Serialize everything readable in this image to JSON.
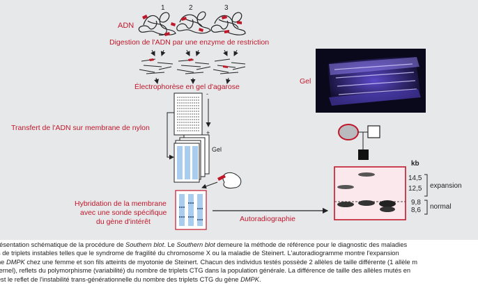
{
  "figure": {
    "adn_label": "ADN",
    "sample_numbers": [
      "1",
      "2",
      "3"
    ],
    "step_digestion": "Digestion de l'ADN par une enzyme de restriction",
    "step_electrophoresis": "Électrophorèse en gel d'agarose",
    "step_transfer": "Transfert de l'ADN sur membrane de nylon",
    "gel_small_label": "Gel",
    "minus_sign": "-",
    "plus_sign": "+",
    "step_hybridization": [
      "Hybridation de la membrane",
      "avec une sonde spécifique",
      "du gène d'intérêt"
    ],
    "step_autoradiography": "Autoradiographie",
    "gel_photo_label": "Gel",
    "kb_label": "kb",
    "size_markers": [
      "14,5",
      "12,5",
      "9,8",
      "8,6"
    ],
    "bracket_expansion": "expansion",
    "bracket_normal": "normal"
  },
  "caption": {
    "line1": [
      "résentation schématique de la procédure de ",
      "Southern blot",
      ". Le ",
      "Southern blot",
      " demeure la méthode de référence pour le diagnostic des maladies"
    ],
    "line2": "s de triplets instables telles que le syndrome de fragilité du chromosome X ou la maladie de Steinert. L'autoradiogramme montre l'expansion",
    "line3": [
      "ne ",
      "DMPK",
      " chez une femme et son fils atteints de myotonie de Steinert. Chacun des individus testés possède 2 allèles de taille différente (1 allèle m"
    ],
    "line4": "ternel), reflets du polymorphisme (variabilité) du nombre de triplets CTG dans la population générale. La différence de taille des allèles mutés en",
    "line5": [
      "est le reflet de l'instabilité trans-générationnelle du nombre des triplets CTG du gène ",
      "DMPK",
      "."
    ]
  },
  "colors": {
    "accent_red": "#c0182b",
    "membrane_blue": "#a9cdee",
    "panel_gray": "#e7e8ea"
  }
}
